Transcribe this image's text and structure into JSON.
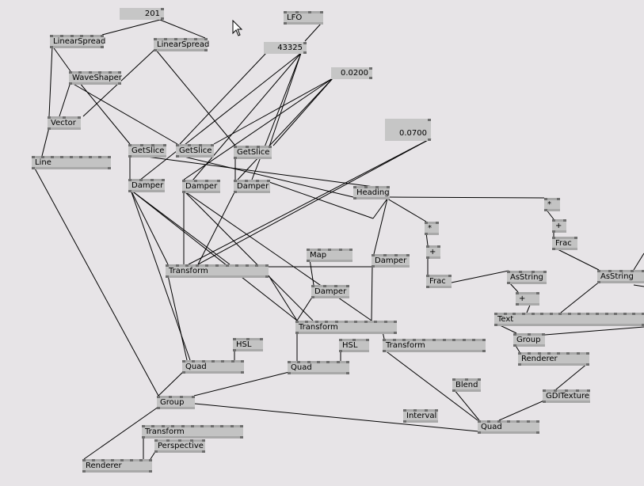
{
  "patch": {
    "io_boxes": [
      "201",
      "43325",
      "0.0200",
      "0.0700"
    ],
    "nodes": [
      "LinearSpread",
      "LinearSpread",
      "LFO",
      "WaveShaper",
      "Vector",
      "Line",
      "GetSlice",
      "GetSlice",
      "GetSlice",
      "Damper",
      "Damper",
      "Damper",
      "Heading",
      "*",
      "+",
      "Frac",
      "*",
      "+",
      "Frac",
      "Map",
      "Damper",
      "Transform",
      "AsString",
      "AsString",
      "Damper",
      "+",
      "Text",
      "Transform",
      "HSL",
      "HSL",
      "Transform",
      "Group",
      "Quad",
      "Quad",
      "Renderer",
      "Blend",
      "GDITexture",
      "Group",
      "Interval",
      "Quad",
      "Transform",
      "Perspective",
      "Renderer"
    ]
  }
}
